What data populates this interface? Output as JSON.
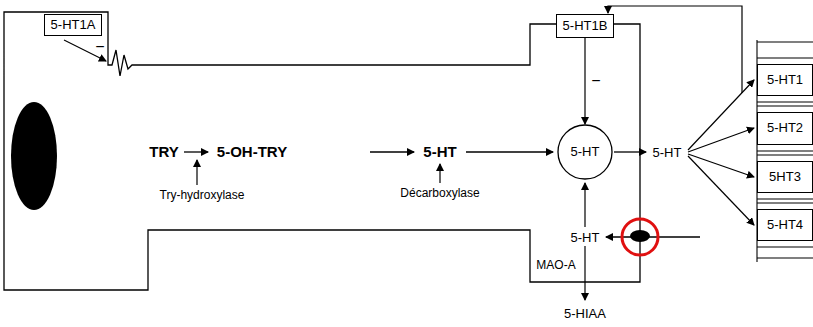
{
  "diagram": {
    "nodes": [
      {
        "text": [
          "5-HT1A"
        ]
      },
      {
        "text": [
          "5-HT1B"
        ]
      },
      {
        "text": [
          "5-HT"
        ]
      },
      {
        "text": [
          "5-HT1"
        ]
      },
      {
        "text": [
          "5-HT2"
        ]
      },
      {
        "text": [
          "5HT3"
        ]
      },
      {
        "text": [
          "5-HT4"
        ]
      }
    ],
    "edges": [
      {
        "from": 1,
        "to": 2,
        "arrow": "to",
        "label": "−"
      }
    ],
    "labels": [
      "−",
      "TRY",
      "5-OH-TRY",
      "5-HT",
      "Try-hydroxylase",
      "Décarboxylase",
      "5-HT",
      "5-HT",
      "MAO-A",
      "5-HIAA"
    ]
  }
}
